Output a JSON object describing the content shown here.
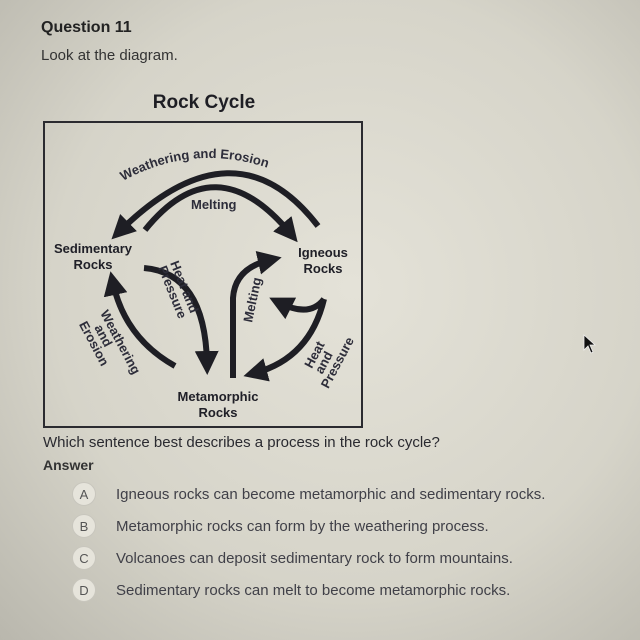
{
  "question": {
    "title": "Question 11",
    "intro": "Look at the diagram.",
    "prompt": "Which sentence best describes a process in the rock cycle?",
    "answer_label": "Answer"
  },
  "diagram": {
    "title": "Rock Cycle",
    "rocks": {
      "sedimentary": [
        "Sedimentary",
        "Rocks"
      ],
      "igneous": [
        "Igneous",
        "Rocks"
      ],
      "metamorphic": [
        "Metamorphic",
        "Rocks"
      ]
    },
    "processes": {
      "top_outer": "Weathering and Erosion",
      "top_inner": "Melting",
      "center_left": [
        "Heat and",
        "Pressure"
      ],
      "center_right": "Melting",
      "left": [
        "Weathering",
        "and",
        "Erosion"
      ],
      "right": [
        "Heat",
        "and",
        "Pressure"
      ]
    }
  },
  "options": [
    {
      "letter": "A",
      "text": "Igneous rocks can become metamorphic and sedimentary rocks."
    },
    {
      "letter": "B",
      "text": "Metamorphic rocks can form by the weathering process."
    },
    {
      "letter": "C",
      "text": "Volcanoes can deposit sedimentary rock to form mountains."
    },
    {
      "letter": "D",
      "text": "Sedimentary rocks can melt to become metamorphic rocks."
    }
  ]
}
